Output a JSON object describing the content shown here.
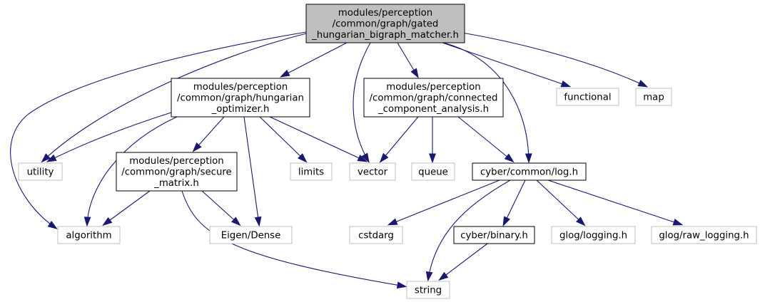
{
  "colors": {
    "edge": "#191970",
    "root_fill": "#bfbfbf",
    "node_fill": "#ffffff",
    "internal_stroke": "#000000",
    "external_stroke": "#bfbfbf"
  },
  "nodes": {
    "root": {
      "lines": [
        "modules/perception",
        "/common/graph/gated",
        "_hungarian_bigraph_matcher.h"
      ],
      "kind": "root"
    },
    "hungarian_optimizer": {
      "lines": [
        "modules/perception",
        "/common/graph/hungarian",
        "_optimizer.h"
      ],
      "kind": "internal"
    },
    "connected_component_analysis": {
      "lines": [
        "modules/perception",
        "/common/graph/connected",
        "_component_analysis.h"
      ],
      "kind": "internal"
    },
    "secure_matrix": {
      "lines": [
        "modules/perception",
        "/common/graph/secure",
        "_matrix.h"
      ],
      "kind": "internal"
    },
    "cyber_log": {
      "lines": [
        "cyber/common/log.h"
      ],
      "kind": "internal"
    },
    "cyber_binary": {
      "lines": [
        "cyber/binary.h"
      ],
      "kind": "internal"
    },
    "functional": {
      "lines": [
        "functional"
      ],
      "kind": "external"
    },
    "map": {
      "lines": [
        "map"
      ],
      "kind": "external"
    },
    "utility": {
      "lines": [
        "utility"
      ],
      "kind": "external"
    },
    "limits": {
      "lines": [
        "limits"
      ],
      "kind": "external"
    },
    "vector": {
      "lines": [
        "vector"
      ],
      "kind": "external"
    },
    "queue": {
      "lines": [
        "queue"
      ],
      "kind": "external"
    },
    "algorithm": {
      "lines": [
        "algorithm"
      ],
      "kind": "external"
    },
    "eigen_dense": {
      "lines": [
        "Eigen/Dense"
      ],
      "kind": "external"
    },
    "cstdarg": {
      "lines": [
        "cstdarg"
      ],
      "kind": "external"
    },
    "glog_logging": {
      "lines": [
        "glog/logging.h"
      ],
      "kind": "external"
    },
    "glog_raw_logging": {
      "lines": [
        "glog/raw_logging.h"
      ],
      "kind": "external"
    },
    "string": {
      "lines": [
        "string"
      ],
      "kind": "external"
    }
  },
  "edges": [
    [
      "root",
      "hungarian_optimizer"
    ],
    [
      "root",
      "connected_component_analysis"
    ],
    [
      "root",
      "cyber_log"
    ],
    [
      "root",
      "functional"
    ],
    [
      "root",
      "map"
    ],
    [
      "root",
      "utility"
    ],
    [
      "root",
      "algorithm"
    ],
    [
      "root",
      "vector"
    ],
    [
      "hungarian_optimizer",
      "secure_matrix"
    ],
    [
      "hungarian_optimizer",
      "utility"
    ],
    [
      "hungarian_optimizer",
      "algorithm"
    ],
    [
      "hungarian_optimizer",
      "limits"
    ],
    [
      "hungarian_optimizer",
      "vector"
    ],
    [
      "hungarian_optimizer",
      "eigen_dense"
    ],
    [
      "connected_component_analysis",
      "vector"
    ],
    [
      "connected_component_analysis",
      "queue"
    ],
    [
      "connected_component_analysis",
      "cyber_log"
    ],
    [
      "secure_matrix",
      "algorithm"
    ],
    [
      "secure_matrix",
      "eigen_dense"
    ],
    [
      "secure_matrix",
      "string"
    ],
    [
      "cyber_log",
      "cstdarg"
    ],
    [
      "cyber_log",
      "string"
    ],
    [
      "cyber_log",
      "cyber_binary"
    ],
    [
      "cyber_log",
      "glog_logging"
    ],
    [
      "cyber_log",
      "glog_raw_logging"
    ],
    [
      "cyber_binary",
      "string"
    ]
  ]
}
